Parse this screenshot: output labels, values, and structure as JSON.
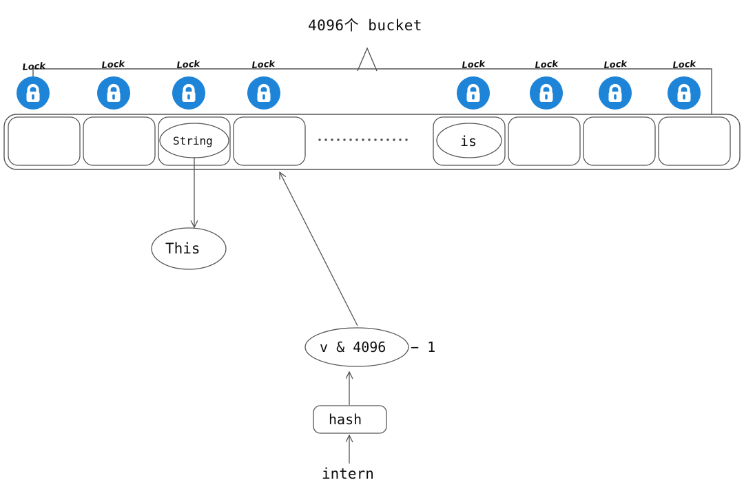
{
  "diagram": {
    "title": "4096个 bucket",
    "accent_color": "#1d84d8",
    "stroke_color": "#555555",
    "text_color": "#0d0d0d",
    "bucket_container": {
      "name": "bucket-array",
      "bucket_count_label": "4096个 bucket",
      "ellipsis": "· · · · · · · · · · · · · ·",
      "buckets": [
        {
          "index": 0,
          "content": ""
        },
        {
          "index": 1,
          "content": ""
        },
        {
          "index": 2,
          "content": "String"
        },
        {
          "index": 3,
          "content": ""
        },
        {
          "index": 4,
          "content": "is"
        },
        {
          "index": 5,
          "content": ""
        },
        {
          "index": 6,
          "content": ""
        },
        {
          "index": 7,
          "content": ""
        }
      ]
    },
    "locks": [
      {
        "id": 0,
        "label": "Lock",
        "icon": "lock-icon"
      },
      {
        "id": 1,
        "label": "Lock",
        "icon": "lock-icon"
      },
      {
        "id": 2,
        "label": "Lock",
        "icon": "lock-icon"
      },
      {
        "id": 3,
        "label": "Lock",
        "icon": "lock-icon"
      },
      {
        "id": 4,
        "label": "Lock",
        "icon": "lock-icon"
      },
      {
        "id": 5,
        "label": "Lock",
        "icon": "lock-icon"
      },
      {
        "id": 6,
        "label": "Lock",
        "icon": "lock-icon"
      },
      {
        "id": 7,
        "label": "Lock",
        "icon": "lock-icon"
      }
    ],
    "nodes": {
      "string_node": "String",
      "is_node": "is",
      "this_node": "This",
      "mask_node": "v & 4096",
      "mask_suffix": "− 1",
      "hash_node": "hash",
      "intern_node": "intern"
    }
  }
}
